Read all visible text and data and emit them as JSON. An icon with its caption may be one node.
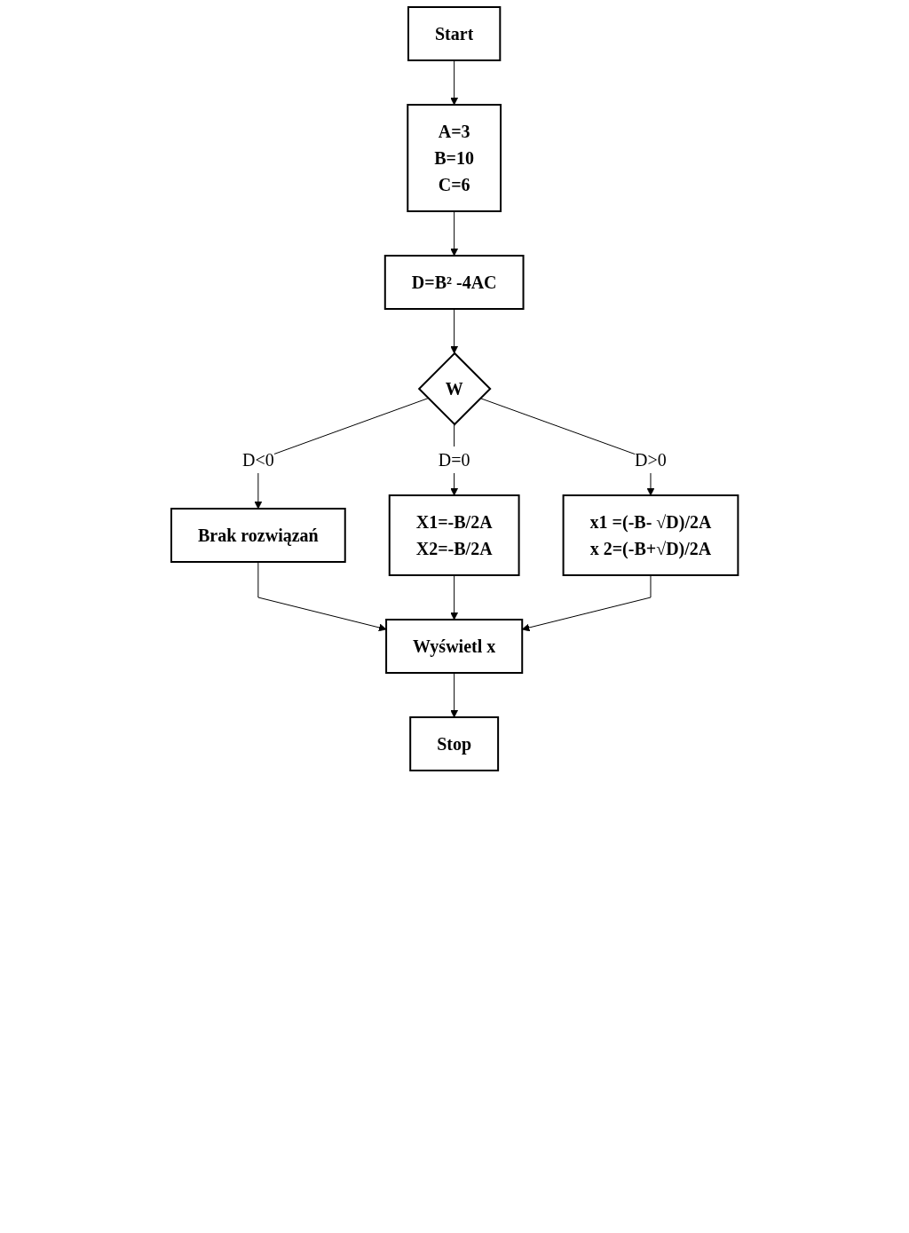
{
  "diagram": {
    "nodes": [
      {
        "text": [
          "Start"
        ]
      },
      {
        "text": [
          "A=3",
          "B=10",
          "C=6"
        ]
      },
      {
        "text": [
          "D=B² -4AC"
        ]
      },
      {
        "text": [
          "W"
        ]
      },
      {
        "text": [
          "Brak rozwiązań"
        ]
      },
      {
        "text": [
          "X1=-B/2A",
          "X2=-B/2A"
        ]
      },
      {
        "text": [
          "x1 =(-B- √D)/2A",
          "x 2=(-B+√D)/2A"
        ]
      },
      {
        "text": [
          "Wyświetl x"
        ]
      },
      {
        "text": [
          "Stop"
        ]
      }
    ],
    "edges": [
      {
        "from": 0,
        "to": 1,
        "arrow": "to"
      },
      {
        "from": 1,
        "to": 2,
        "arrow": "to"
      },
      {
        "from": 2,
        "to": 3,
        "arrow": "to"
      },
      {
        "from": 3,
        "to": 4,
        "label": "D<0",
        "arrow": "to"
      },
      {
        "from": 3,
        "to": 5,
        "label": "D=0",
        "arrow": "to"
      },
      {
        "from": 3,
        "to": 6,
        "label": "D>0",
        "arrow": "to"
      },
      {
        "from": 4,
        "to": 7,
        "arrow": "to"
      },
      {
        "from": 5,
        "to": 7,
        "arrow": "to"
      },
      {
        "from": 6,
        "to": 7,
        "arrow": "to"
      },
      {
        "from": 7,
        "to": 8,
        "arrow": "to"
      }
    ]
  }
}
